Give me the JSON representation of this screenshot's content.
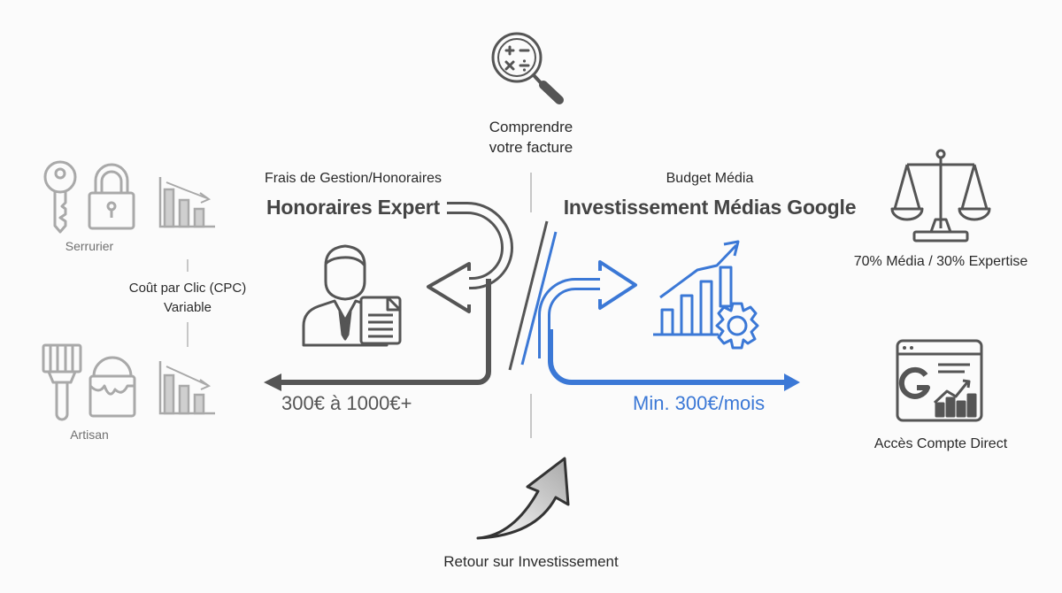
{
  "top": {
    "label_line1": "Comprendre",
    "label_line2": "votre facture",
    "icon": "magnifier-calculator-icon"
  },
  "left_column": {
    "top_label": "Serrurier",
    "top_icons": [
      "key-icon",
      "padlock-icon",
      "declining-bar-chart-icon"
    ],
    "middle_label_line1": "Coût par Clic (CPC)",
    "middle_label_line2": "Variable",
    "bottom_label": "Artisan",
    "bottom_icons": [
      "paintbrush-icon",
      "paint-bucket-icon",
      "declining-bar-chart-icon"
    ]
  },
  "fees": {
    "subtitle": "Frais de Gestion/Honoraires",
    "title": "Honoraires Expert",
    "amount": "300€ à 1000€+",
    "icon": "consultant-document-icon",
    "color": "#555555"
  },
  "media": {
    "subtitle": "Budget Média",
    "title": "Investissement Médias Google",
    "amount": "Min. 300€/mois",
    "icon": "growth-chart-gear-icon",
    "color": "#3b78d6"
  },
  "right_column": {
    "top_label": "70% Média / 30% Expertise",
    "top_icon": "balance-scale-icon",
    "bottom_label": "Accès Compte Direct",
    "bottom_icon": "google-ads-dashboard-icon"
  },
  "bottom": {
    "label": "Retour sur Investissement",
    "icon": "curved-up-arrow-icon"
  }
}
